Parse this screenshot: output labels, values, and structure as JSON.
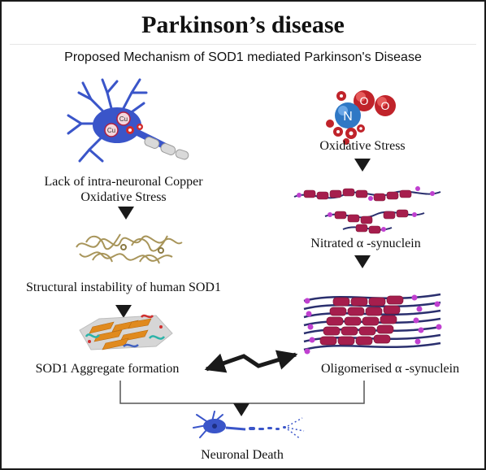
{
  "title": "Parkinson’s disease",
  "subtitle": "Proposed Mechanism of  SOD1 mediated Parkinson's Disease",
  "left": {
    "neuron_labels": [
      "Cu",
      "Cu"
    ],
    "step1_line1": "Lack of intra-neuronal Copper",
    "step1_line2": "Oxidative Stress",
    "step2": "Structural instability of human SOD1",
    "step3": "SOD1 Aggregate formation"
  },
  "right": {
    "molecule_label": "N",
    "step1": "Oxidative Stress",
    "step2": "Nitrated α -synuclein",
    "step3": "Oligomerised α -synuclein"
  },
  "bottom": {
    "outcome": "Neuronal Death"
  },
  "colors": {
    "arrow": "#1a1a1a",
    "neuron_blue": "#3a55c9",
    "oxygen_red": "#c0232a",
    "nitrogen_blue": "#2f78c5",
    "fibril_crimson": "#a61e4d",
    "fibril_magenta": "#c040d0",
    "fibril_navy": "#2a2f6e",
    "protein_tan": "#a8955a",
    "aggregate_orange": "#e08a1e"
  }
}
